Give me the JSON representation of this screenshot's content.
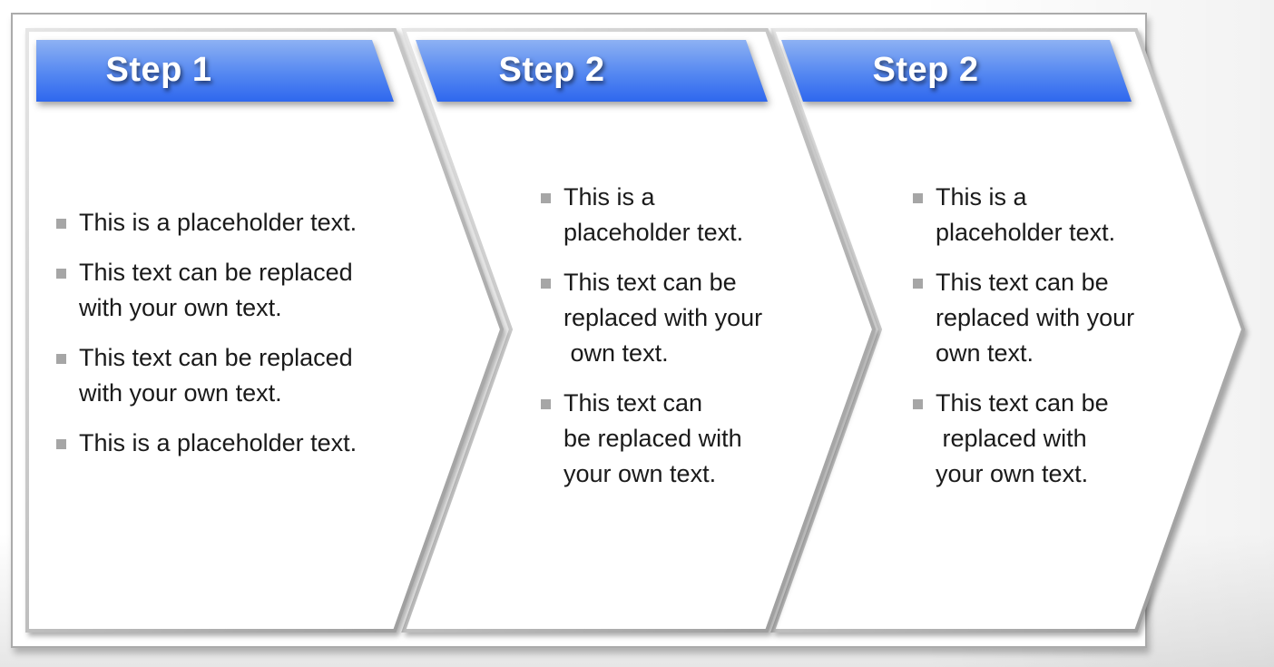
{
  "diagram": {
    "type": "process-chevron-flow",
    "accent_blue": "#2f68ee",
    "header_gradient_top": "#8db1f3",
    "header_gradient_bottom": "#2e67ee",
    "bullet_color": "#a6a6a6",
    "text_color": "#1a1a1a",
    "shape_border_color": "#9b9b9b"
  },
  "steps": [
    {
      "title": "Step 1",
      "bullets": [
        "This is a placeholder text.",
        "This text can be replaced\nwith your own text.",
        "This text can be replaced\nwith your own text.",
        "This is a placeholder text."
      ]
    },
    {
      "title": "Step 2",
      "bullets": [
        "This is a\nplaceholder text.",
        "This text can be\nreplaced with your\n own text.",
        "This text can\nbe replaced with\nyour own text."
      ]
    },
    {
      "title": "Step 2",
      "bullets": [
        "This is a\nplaceholder text.",
        "This text can be\nreplaced with your\nown text.",
        "This text can be\n replaced with\nyour own text."
      ]
    }
  ]
}
